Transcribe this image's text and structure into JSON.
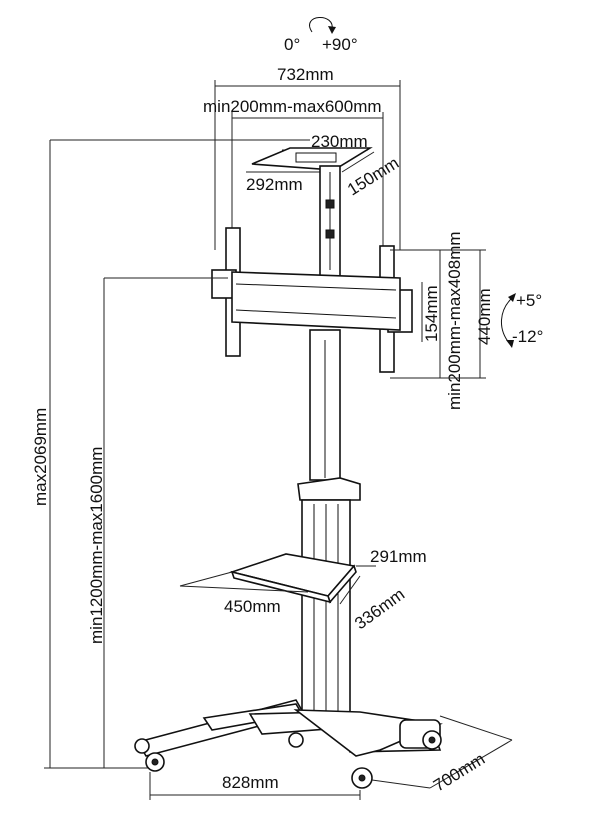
{
  "rotation": {
    "start": "0°",
    "end": "+90°"
  },
  "tilt": {
    "up": "+5°",
    "down": "-12°"
  },
  "dimensions": {
    "overall_width": "732mm",
    "vesa_horizontal": "min200mm-max600mm",
    "top_plate_width": "230mm",
    "top_plate_depth": "292mm",
    "top_plate_offset": "150mm",
    "vesa_vertical": "min200mm-max408mm",
    "bracket_height": "440mm",
    "bracket_inner": "154mm",
    "max_height": "max2069mm",
    "center_height": "min1200mm-max1600mm",
    "shelf_depth_side": "291mm",
    "shelf_width": "450mm",
    "shelf_depth": "336mm",
    "base_width": "828mm",
    "base_depth": "700mm"
  },
  "colors": {
    "line": "#111111",
    "background": "#ffffff"
  }
}
